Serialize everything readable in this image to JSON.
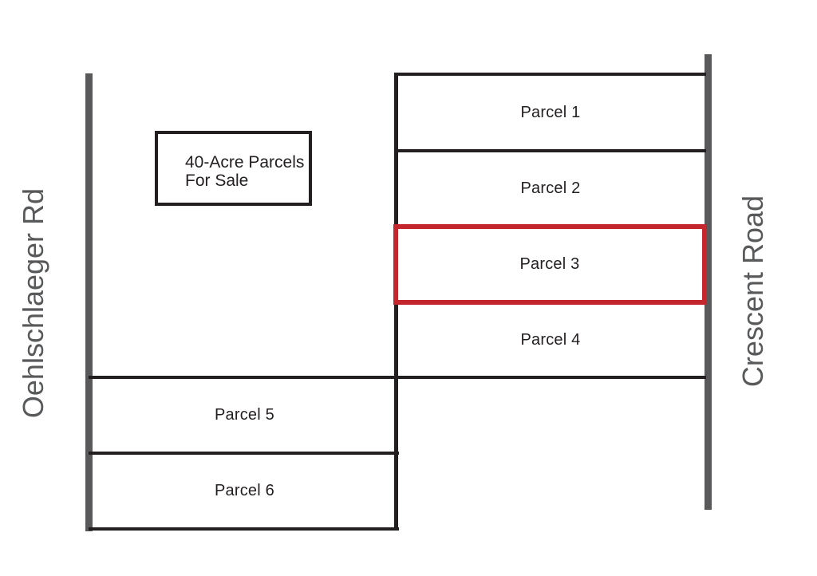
{
  "sign": {
    "line1": "40-Acre Parcels",
    "line2": "For Sale"
  },
  "roads": {
    "left_label": "Oehlschlaeger Rd",
    "right_label": "Crescent Road"
  },
  "parcels": [
    {
      "label": "Parcel 1",
      "highlighted": false
    },
    {
      "label": "Parcel 2",
      "highlighted": false
    },
    {
      "label": "Parcel 3",
      "highlighted": true
    },
    {
      "label": "Parcel 4",
      "highlighted": false
    },
    {
      "label": "Parcel 5",
      "highlighted": false
    },
    {
      "label": "Parcel 6",
      "highlighted": false
    }
  ],
  "colors": {
    "line": "#231f20",
    "road": "#59595b",
    "road_label": "#58595b",
    "highlight": "#c4262e",
    "text": "#231f20",
    "background": "#ffffff"
  }
}
